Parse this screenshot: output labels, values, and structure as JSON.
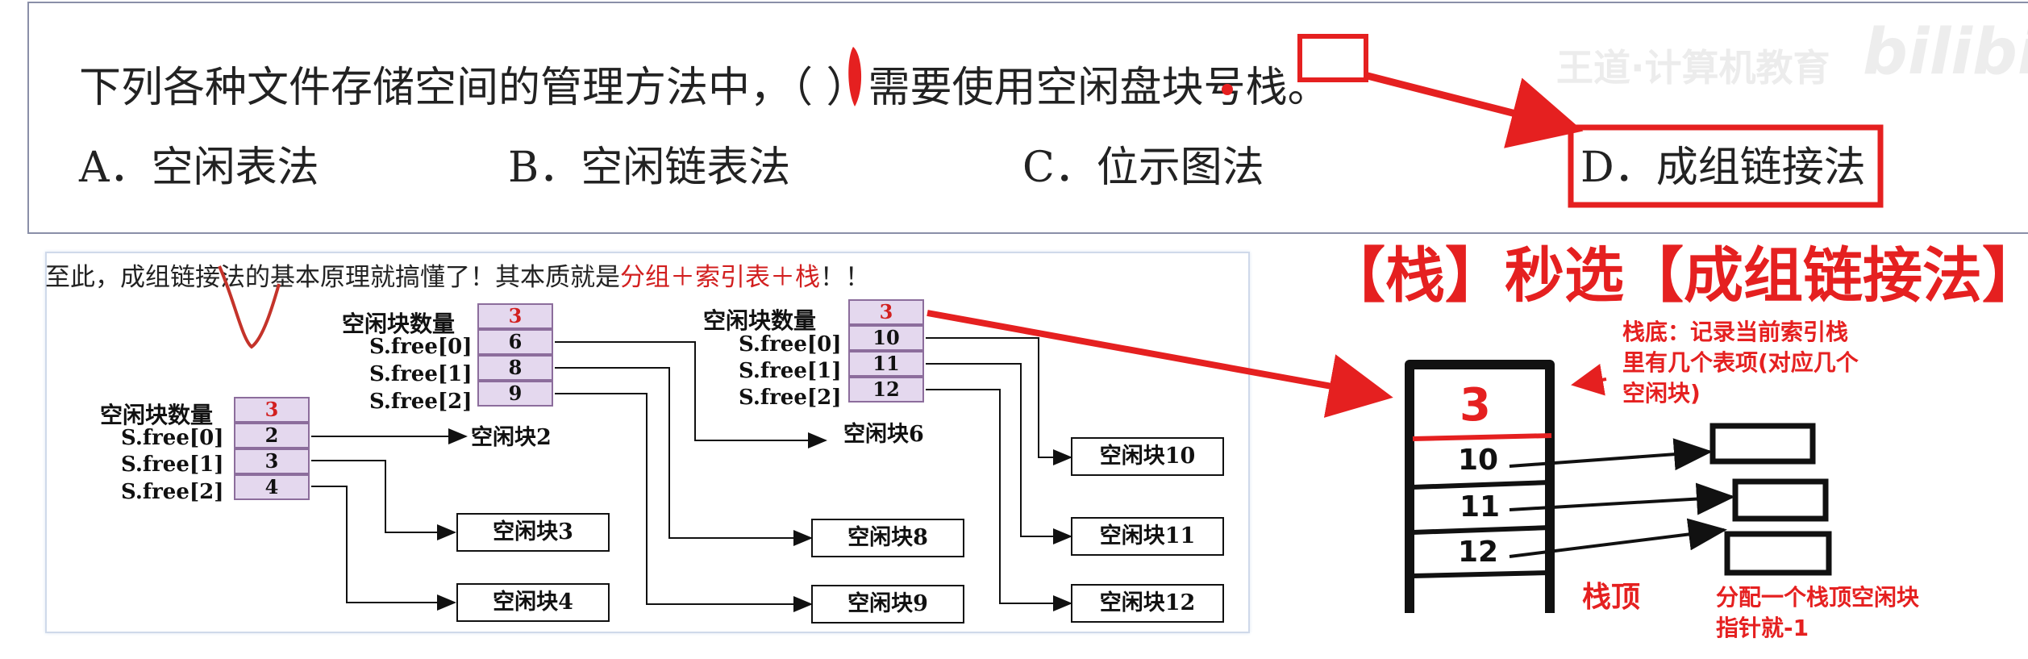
{
  "question": {
    "stem_part1": "下列各种文件存储空间的管理方法中，",
    "stem_paren": "（ ）",
    "stem_part2": "需要使用空闲盘块号",
    "stem_key": "栈",
    "stem_end": "。",
    "options": [
      {
        "letter": "A．",
        "text": "空闲表法"
      },
      {
        "letter": "B．",
        "text": "空闲链表法"
      },
      {
        "letter": "C．",
        "text": "位示图法"
      },
      {
        "letter": "D．",
        "text": "成组链接法"
      }
    ],
    "answer": "D"
  },
  "watermark": {
    "brand": "王道·计算机教育",
    "logo": "bilibili"
  },
  "diagram": {
    "caption_prefix": "至此，成组链接法的基本原理就搞懂了！其本质就是",
    "caption_highlight": "分组＋索引表＋栈",
    "caption_suffix": "！！",
    "label_count": "空闲块数量",
    "label_free": [
      "S.free[0]",
      "S.free[1]",
      "S.free[2]"
    ],
    "table1": [
      "3",
      "2",
      "3",
      "4"
    ],
    "table2": [
      "3",
      "6",
      "8",
      "9"
    ],
    "table3": [
      "3",
      "10",
      "11",
      "12"
    ],
    "blocks": {
      "b2": "空闲块2",
      "b6": "空闲块6",
      "b3": "空闲块3",
      "b4": "空闲块4",
      "b8": "空闲块8",
      "b9": "空闲块9",
      "b10": "空闲块10",
      "b11": "空闲块11",
      "b12": "空闲块12"
    }
  },
  "annotations": {
    "headline": "【栈】秒选【成组链接法】",
    "stack_bottom_note": [
      "栈底：记录当前索引栈",
      "里有几个表项(对应几个",
      "空闲块)"
    ],
    "stack_top": "栈顶",
    "pop_note": [
      "分配一个栈顶空闲块",
      "指针就-1"
    ],
    "hand_values": [
      "3",
      "10",
      "11",
      "12"
    ]
  },
  "colors": {
    "accent_red": "#e52020",
    "cell_fill": "#e4d8ee",
    "cell_border": "#8c6d9c"
  }
}
